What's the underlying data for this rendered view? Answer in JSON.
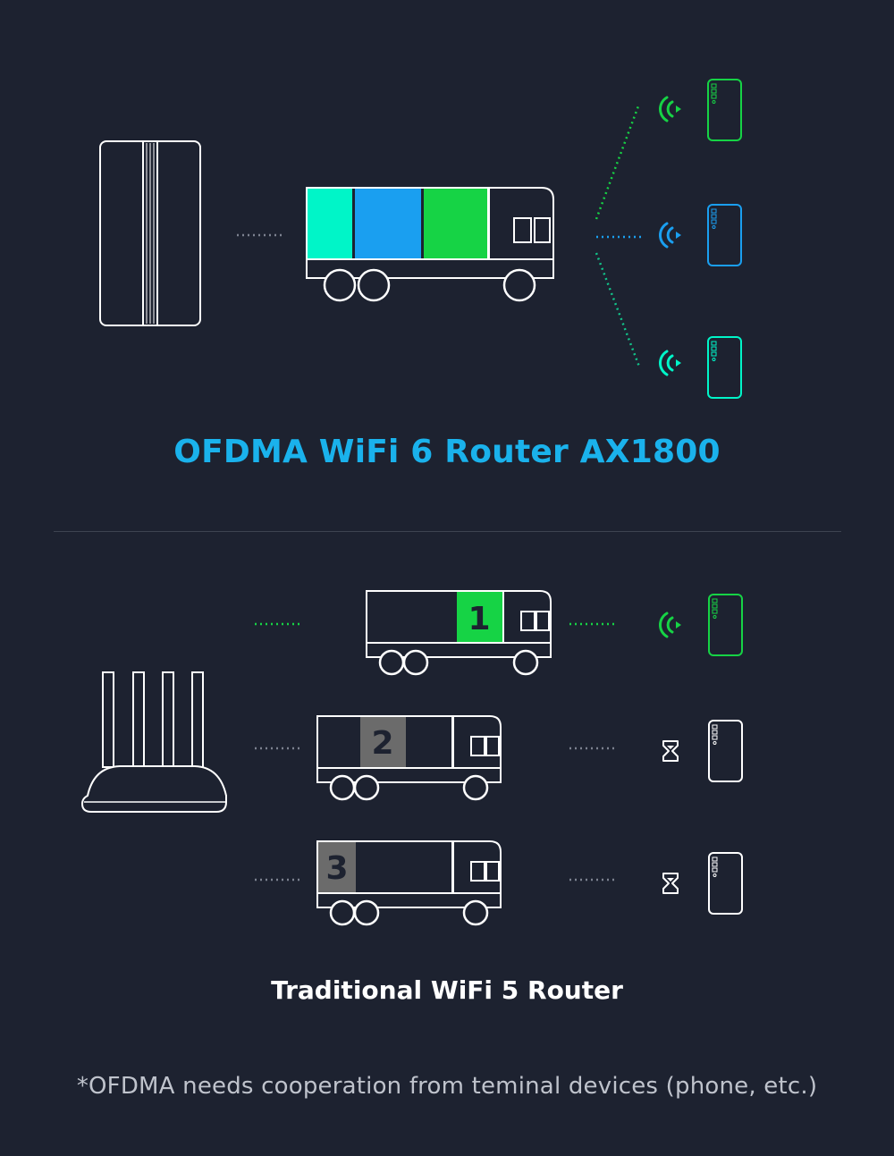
{
  "colors": {
    "background": "#1d2230",
    "outline": "#ffffff",
    "teal": "#00f5c8",
    "blue": "#1a9ff0",
    "green": "#16d345",
    "caption_blue": "#1ab2ec",
    "grey_block": "#6b6b6b",
    "grey_dots": "#7d8290",
    "divider": "#3d4350"
  },
  "wifi6": {
    "title": "OFDMA WiFi 6 Router AX1800",
    "router_icon": "tower-router-icon",
    "truck": {
      "segments": [
        "teal",
        "blue",
        "green"
      ]
    },
    "devices": [
      {
        "color": "green",
        "status_icon": "wifi-signal-icon"
      },
      {
        "color": "blue",
        "status_icon": "wifi-signal-icon"
      },
      {
        "color": "teal",
        "status_icon": "wifi-signal-icon"
      }
    ]
  },
  "wifi5": {
    "title": "Traditional WiFi 5 Router",
    "router_icon": "antenna-router-icon",
    "trucks": [
      {
        "number": "1",
        "block_color": "green",
        "status_icon": "wifi-signal-icon"
      },
      {
        "number": "2",
        "block_color": "grey",
        "status_icon": "hourglass-icon"
      },
      {
        "number": "3",
        "block_color": "grey",
        "status_icon": "hourglass-icon"
      }
    ]
  },
  "footnote": "*OFDMA needs cooperation from teminal devices (phone, etc.)"
}
